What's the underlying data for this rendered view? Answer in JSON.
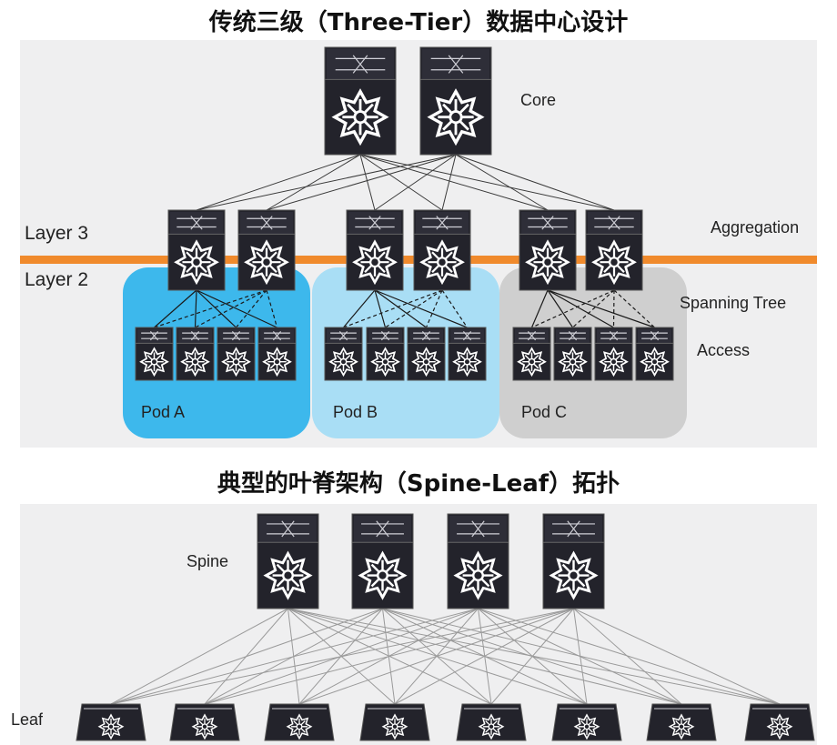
{
  "three_tier": {
    "title": "传统三级（Three-Tier）数据中心设计",
    "labels": {
      "core": "Core",
      "aggregation": "Aggregation",
      "layer3": "Layer 3",
      "layer2": "Layer 2",
      "spanning_tree": "Spanning Tree",
      "access": "Access"
    },
    "pods": [
      {
        "name": "Pod A",
        "color": "#3db8ec"
      },
      {
        "name": "Pod B",
        "color": "#a9def5"
      },
      {
        "name": "Pod C",
        "color": "#cfcfcf"
      }
    ],
    "divider_color": "#f08a2c"
  },
  "spine_leaf": {
    "title": "典型的叶脊架构（Spine-Leaf）拓扑",
    "labels": {
      "spine": "Spine",
      "leaf": "Leaf"
    }
  },
  "colors": {
    "switch_body": "#23232b",
    "switch_glyph": "#ffffff",
    "link": "#3a3a3a"
  }
}
